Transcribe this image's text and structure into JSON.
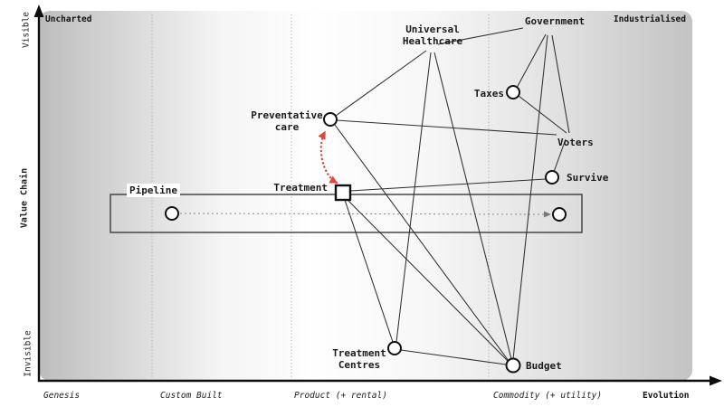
{
  "corners": {
    "top_left": "Uncharted",
    "top_right": "Industrialised"
  },
  "axis": {
    "y_title": "Value Chain",
    "y_top": "Visible",
    "y_bottom": "Invisible",
    "x_title": "Evolution",
    "stages": [
      "Genesis",
      "Custom Built",
      "Product (+ rental)",
      "Commodity (+ utility)"
    ]
  },
  "nodes": {
    "universal_healthcare": "Universal\nHealthcare",
    "government": "Government",
    "taxes": "Taxes",
    "voters": "Voters",
    "survive": "Survive",
    "preventative_care": "Preventative\ncare",
    "treatment": "Treatment",
    "pipeline": "Pipeline",
    "treatment_centres": "Treatment\nCentres",
    "budget": "Budget"
  },
  "edges": [
    [
      "Universal Healthcare",
      "Government"
    ],
    [
      "Universal Healthcare",
      "Preventative care"
    ],
    [
      "Universal Healthcare",
      "Treatment Centres"
    ],
    [
      "Universal Healthcare",
      "Budget"
    ],
    [
      "Government",
      "Taxes"
    ],
    [
      "Government",
      "Voters"
    ],
    [
      "Government",
      "Budget"
    ],
    [
      "Taxes",
      "Voters"
    ],
    [
      "Voters",
      "Survive"
    ],
    [
      "Preventative care",
      "Voters"
    ],
    [
      "Preventative care",
      "Budget"
    ],
    [
      "Treatment",
      "Survive"
    ],
    [
      "Treatment",
      "Treatment Centres"
    ],
    [
      "Treatment",
      "Budget"
    ],
    [
      "Treatment Centres",
      "Budget"
    ]
  ],
  "movement": {
    "from": "Treatment",
    "to": "Preventative care",
    "style": "curved-dotted-double-arrow",
    "color": "#e2453d"
  },
  "colors": {
    "movement_red": "#e2453d",
    "node_stroke": "#111111",
    "edge": "#2e2e2e",
    "gradient_edge_gray": "#bdbdbd"
  }
}
